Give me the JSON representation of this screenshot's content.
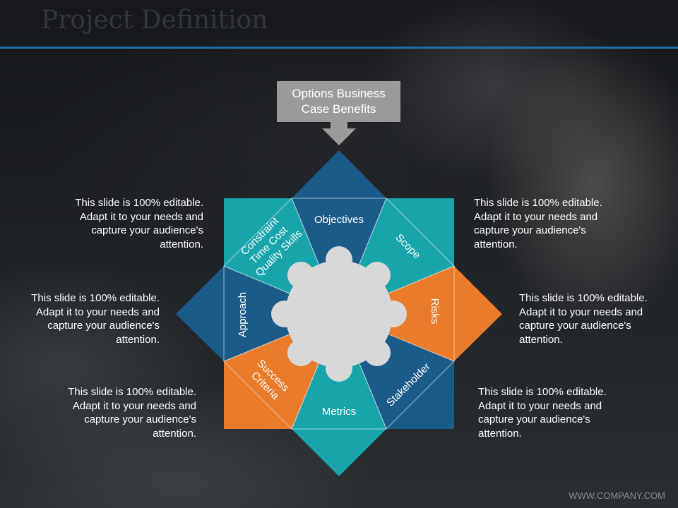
{
  "title": "Project Definition",
  "callout": {
    "text": "Options Business Case Benefits"
  },
  "segments": {
    "objectives": "Objectives",
    "scope": "Scope",
    "risks": "Risks",
    "stakeholder": "Stakeholder",
    "metrics": "Metrics",
    "success_criteria": [
      "Success",
      "Criteria"
    ],
    "approach": "Approach",
    "constraint": [
      "Constraint",
      "Time Cost",
      "Quality Skills"
    ]
  },
  "notes": {
    "left_top": "This slide is 100% editable. Adapt it to your needs and capture your audience's attention.",
    "left_middle": "This slide is 100% editable. Adapt it to your needs and capture your audience's attention.",
    "left_bottom": "This slide is 100% editable. Adapt it to your needs and capture your audience's attention.",
    "right_top": "This slide is 100% editable. Adapt it to your needs and capture your audience's attention.",
    "right_middle": "This slide is 100% editable. Adapt it to your needs and capture your audience's attention.",
    "right_bottom": "This slide is 100% editable. Adapt it to your needs and capture your audience's attention."
  },
  "footer": "WWW.COMPANY.COM",
  "colors": {
    "teal": "#18a4aa",
    "navy": "#1b5b8a",
    "orange": "#ea7b2b",
    "center": "#d8d8d8",
    "callout": "#9b9b9b",
    "rule": "#1f6fa5"
  }
}
